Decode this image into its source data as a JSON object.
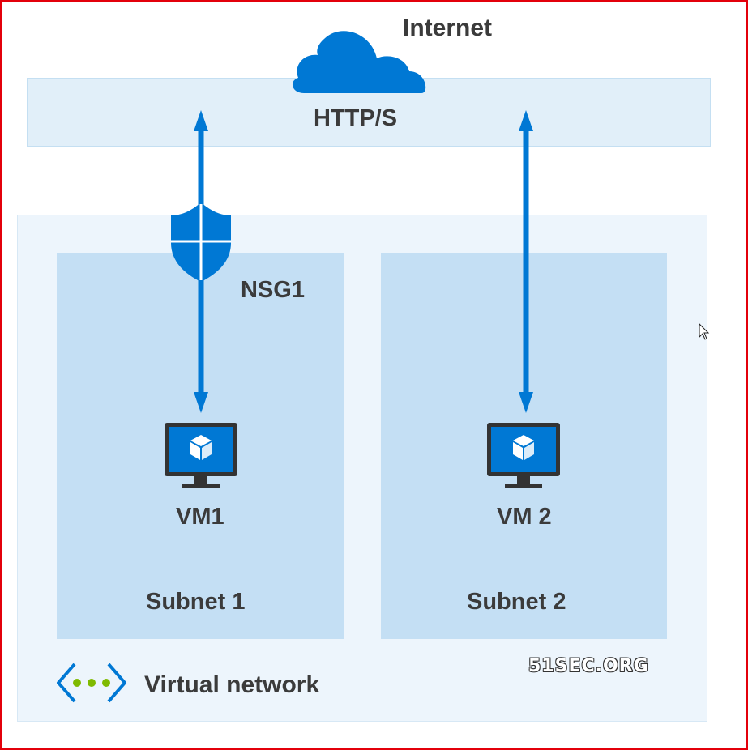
{
  "diagram": {
    "internet_label": "Internet",
    "protocol_label": "HTTP/S",
    "nsg_label": "NSG1",
    "vm1_label": "VM1",
    "vm2_label": "VM 2",
    "subnet1_label": "Subnet 1",
    "subnet2_label": "Subnet 2",
    "vnet_label": "Virtual network",
    "watermark": "51SEC.ORG"
  },
  "colors": {
    "accent_blue": "#0078d4",
    "band_fill": "#e1eff9",
    "vnet_fill": "#edf5fc",
    "subnet_fill": "#c4dff4",
    "frame_red": "#e3000b",
    "vnet_dots": "#7fba00"
  },
  "icons": [
    "cloud-icon",
    "shield-icon",
    "vm-monitor-icon",
    "virtual-network-icon",
    "mouse-cursor-icon"
  ]
}
